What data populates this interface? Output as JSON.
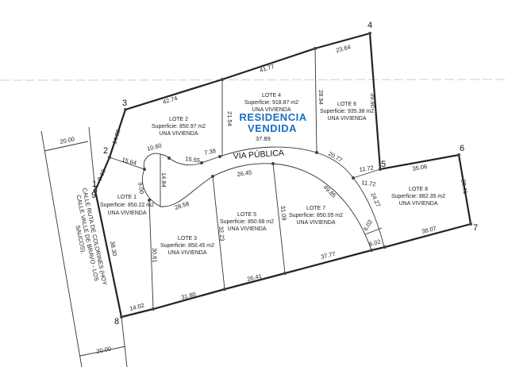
{
  "points": [
    "1",
    "2",
    "3",
    "4",
    "5",
    "6",
    "7",
    "8",
    "9"
  ],
  "road_label": "VIA PÚBLICA",
  "sold_banner": {
    "line1": "RESIDENCIA",
    "line2": "VENDIDA",
    "color": "#1a6fc4"
  },
  "street_name": [
    "CALLE RUTA DE COLORINES (HOY",
    "CALLE VALLE DE BRAVO - LOS",
    "SAUCOS)."
  ],
  "lots": [
    {
      "name": "LOTE 1",
      "area": "Superficie: 850.22 m2",
      "use": "UNA VIVIENDA"
    },
    {
      "name": "LOTE 2",
      "area": "Superficie: 850.97 m2",
      "use": "UNA VIVIENDA"
    },
    {
      "name": "LOTE 3",
      "area": "Superficie: 850.45 m2",
      "use": "UNA VIVIENDA"
    },
    {
      "name": "LOTE 4",
      "area": "Superficie: 918.87 m2",
      "use": "UNA VIVIENDA"
    },
    {
      "name": "LOTE 5",
      "area": "Superficie: 850.68 m2",
      "use": "UNA VIVIENDA"
    },
    {
      "name": "LOTE 6",
      "area": "Superficie: 935.38 m2",
      "use": "UNA VIVIENDA"
    },
    {
      "name": "LOTE 7",
      "area": "Superficie: 850.05 m2",
      "use": "UNA VIVIENDA"
    },
    {
      "name": "LOTE 8",
      "area": "Superficie: 882.35 m2",
      "use": "UNA VIVIENDA"
    }
  ],
  "dimensions": {
    "d_42_74": "42.74",
    "d_41_77": "41.77",
    "d_23_64": "23.64",
    "d_14_93": "14.93",
    "d_9_10": "9.10",
    "d_15_64": "15.64",
    "d_10_60": "10.60",
    "d_15_55": "15.55",
    "d_7_38": "7.38",
    "d_21_54": "21.54",
    "d_28_94": "28.94",
    "d_39_90": "39.90",
    "d_37_89": "37.89",
    "d_20_77": "20.77",
    "d_11_72a": "11.72",
    "d_11_72b": "11.72",
    "d_35_06": "35.06",
    "d_20_41": "20.41",
    "d_24_27": "24.27",
    "d_6_02a": "6.02",
    "d_6_02b": "6.02",
    "d_49_85": "49.85",
    "d_26_45": "26.45",
    "d_28_58": "28.58",
    "d_9_00": "9.00",
    "d_14_84": "14.84",
    "d_38_30": "38.30",
    "d_30_61": "30.61",
    "d_32_23": "32.23",
    "d_31_09": "31.09",
    "d_14_02": "14.02",
    "d_31_80": "31.80",
    "d_26_41": "26.41",
    "d_37_77": "37.77",
    "d_38_07": "38.07",
    "d_20_00a": "20.00",
    "d_20_00b": "20.00"
  }
}
